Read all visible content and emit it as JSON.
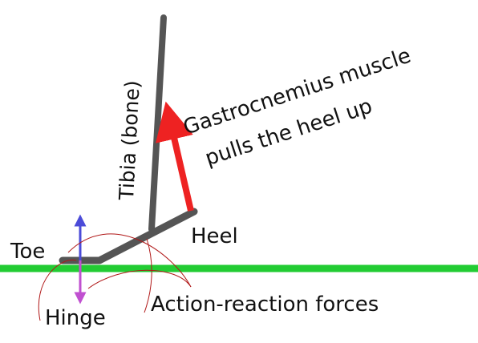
{
  "labels": {
    "tibia": "Tibia (bone)",
    "muscle_line1": "Gastrocnemius muscle",
    "muscle_line2": "pulls the heel up",
    "heel": "Heel",
    "toe": "Toe",
    "hinge": "Hinge",
    "action_reaction": "Action-reaction forces"
  },
  "colors": {
    "ground": "#22cc33",
    "bone": "#555555",
    "muscle_arrow": "#ee2222",
    "force_up": "#4b4bd8",
    "force_down": "#c050d0",
    "curve": "#b01818",
    "text": "#111111"
  }
}
